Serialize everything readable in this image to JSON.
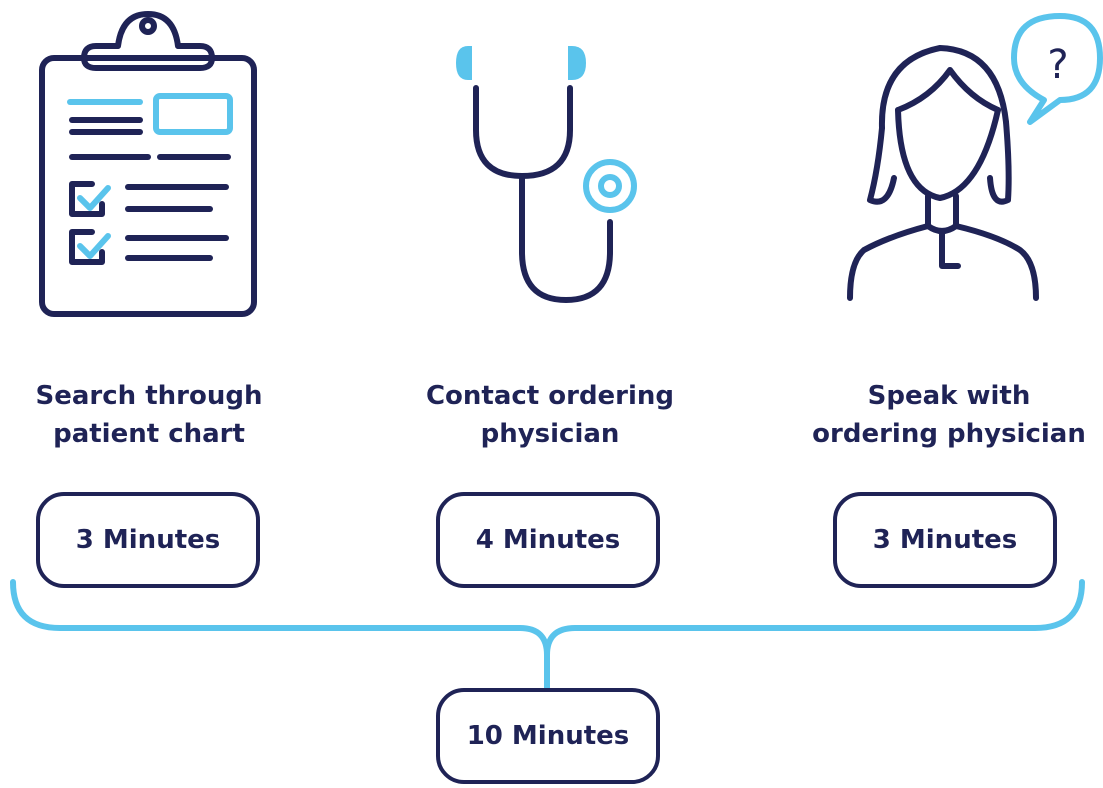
{
  "colors": {
    "navy": "#1f2356",
    "accent": "#5ac4ec"
  },
  "icons": {
    "step1": "clipboard-checklist-icon",
    "step2": "stethoscope-icon",
    "step3": "person-question-icon"
  },
  "steps": [
    {
      "line1": "Search through",
      "line2": "patient chart",
      "time": "3 Minutes"
    },
    {
      "line1": "Contact ordering",
      "line2": "physician",
      "time": "4 Minutes"
    },
    {
      "line1": "Speak with",
      "line2": "ordering physician",
      "time": "3 Minutes"
    }
  ],
  "question_mark": "?",
  "total": {
    "time": "10 Minutes"
  }
}
